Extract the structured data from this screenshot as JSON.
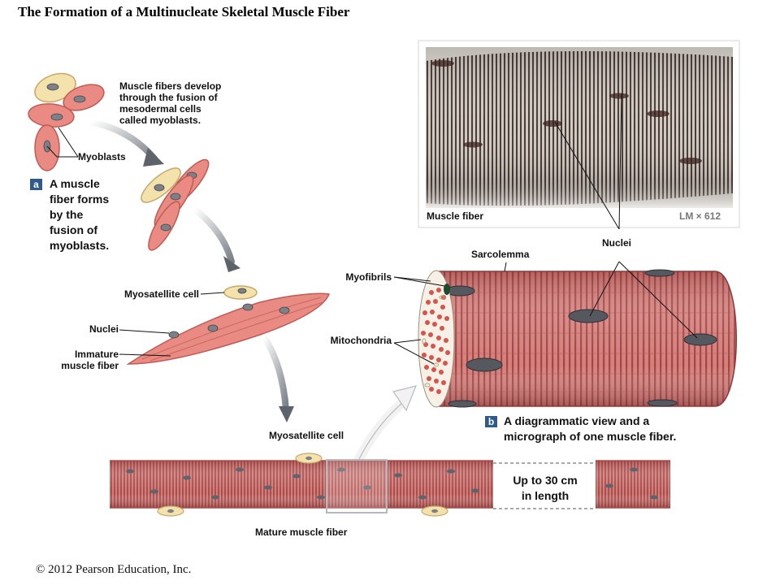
{
  "title": "The Formation of a Multinucleate Skeletal Muscle Fiber",
  "intro_text": [
    "Muscle fibers develop",
    "through the fusion of",
    "mesodermal cells",
    "called myoblasts."
  ],
  "labels": {
    "myoblasts": "Myoblasts",
    "myosatellite_cell_1": "Myosatellite cell",
    "nuclei_1": "Nuclei",
    "immature_fiber": [
      "Immature",
      "muscle fiber"
    ],
    "myofibrils": "Myofibrils",
    "mitochondria": "Mitochondria",
    "sarcolemma": "Sarcolemma",
    "nuclei_2": "Nuclei",
    "myosatellite_cell_2": "Myosatellite cell",
    "mature_fiber": "Mature muscle fiber",
    "muscle_fiber_micrograph": "Muscle fiber",
    "magnification": "LM × 612"
  },
  "panel_a": {
    "badge": "a",
    "caption": [
      "A muscle",
      "fiber forms",
      "by the",
      "fusion of",
      "myoblasts."
    ]
  },
  "panel_b": {
    "badge": "b",
    "caption": [
      "A diagrammatic view and a",
      "micrograph of one muscle fiber."
    ]
  },
  "length_note": [
    "Up to 30 cm",
    "in length"
  ],
  "copyright": "© 2012 Pearson Education, Inc."
}
